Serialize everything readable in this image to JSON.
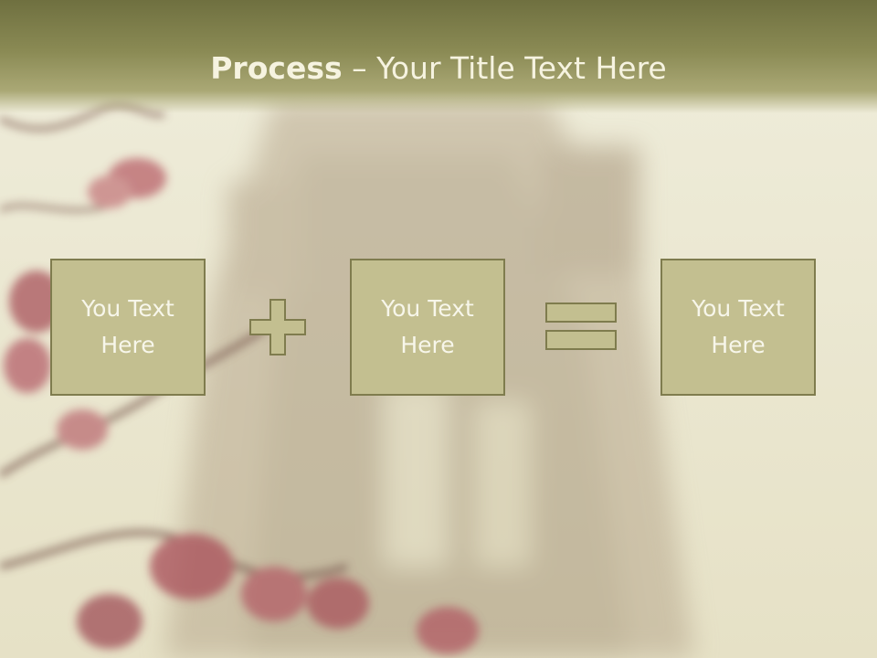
{
  "slide": {
    "title_bold": "Process",
    "title_rest": " – Your Title Text Here",
    "boxes": [
      {
        "text": "You Text\nHere"
      },
      {
        "text": "You Text\nHere"
      },
      {
        "text": "You Text\nHere"
      }
    ],
    "operators": [
      "plus-icon",
      "equals-icon"
    ]
  },
  "colors": {
    "title_band": "#8a8a54",
    "box_fill": "#c3bf90",
    "box_border": "#7f7c4e",
    "text": "#f7f6ea",
    "background": "#ece9d2"
  }
}
